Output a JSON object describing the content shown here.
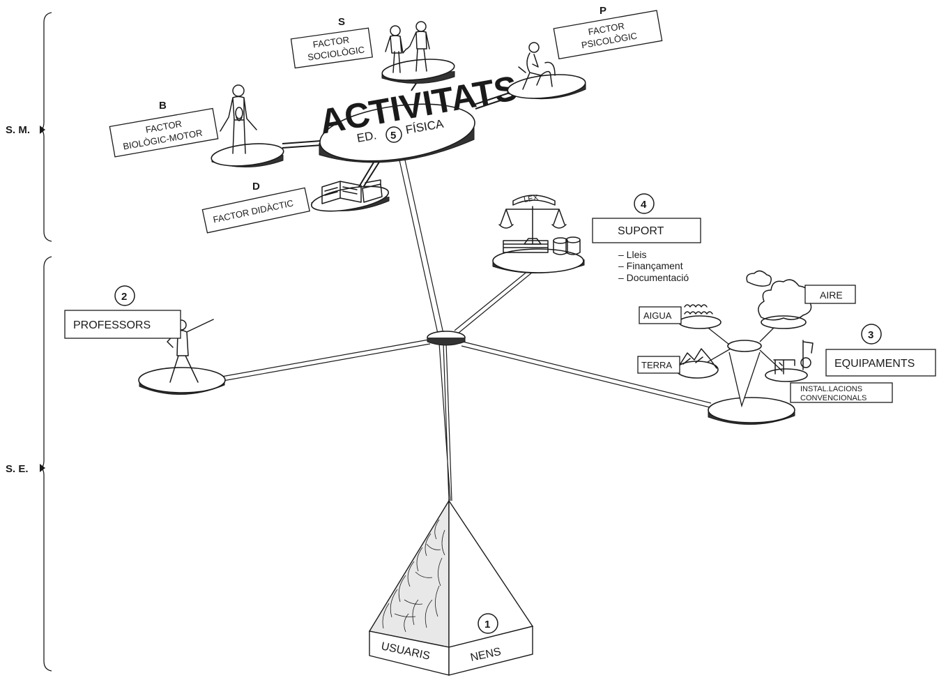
{
  "side_labels": {
    "sm": "S. M.",
    "se": "S. E."
  },
  "hub": {
    "title": "ACTIVITATS",
    "sub_left": "ED.",
    "number": "5",
    "sub_right": "FÍSICA"
  },
  "factors": {
    "sociologic": {
      "letter": "S",
      "line1": "FACTOR",
      "line2": "SOCIOLÒGIC"
    },
    "psicologic": {
      "letter": "P",
      "line1": "FACTOR",
      "line2": "PSICOLÒGIC"
    },
    "biologic": {
      "letter": "B",
      "line1": "FACTOR",
      "line2": "BIOLÒGIC-MOTOR"
    },
    "didactic": {
      "letter": "D",
      "line1": "FACTOR DIDÀCTIC"
    }
  },
  "suport": {
    "number": "4",
    "label": "SUPORT",
    "lex": "LEX",
    "items": [
      "– Lleis",
      "– Finançament",
      "– Documentació"
    ]
  },
  "professors": {
    "number": "2",
    "label": "PROFESSORS"
  },
  "equipaments": {
    "number": "3",
    "label": "EQUIPAMENTS",
    "aigua": "AIGUA",
    "aire": "AIRE",
    "terra": "TERRA",
    "installacions_1": "INSTAL.LACIONS",
    "installacions_2": "CONVENCIONALS"
  },
  "usuaris": {
    "number": "1",
    "left": "USUARIS",
    "right": "NENS"
  }
}
